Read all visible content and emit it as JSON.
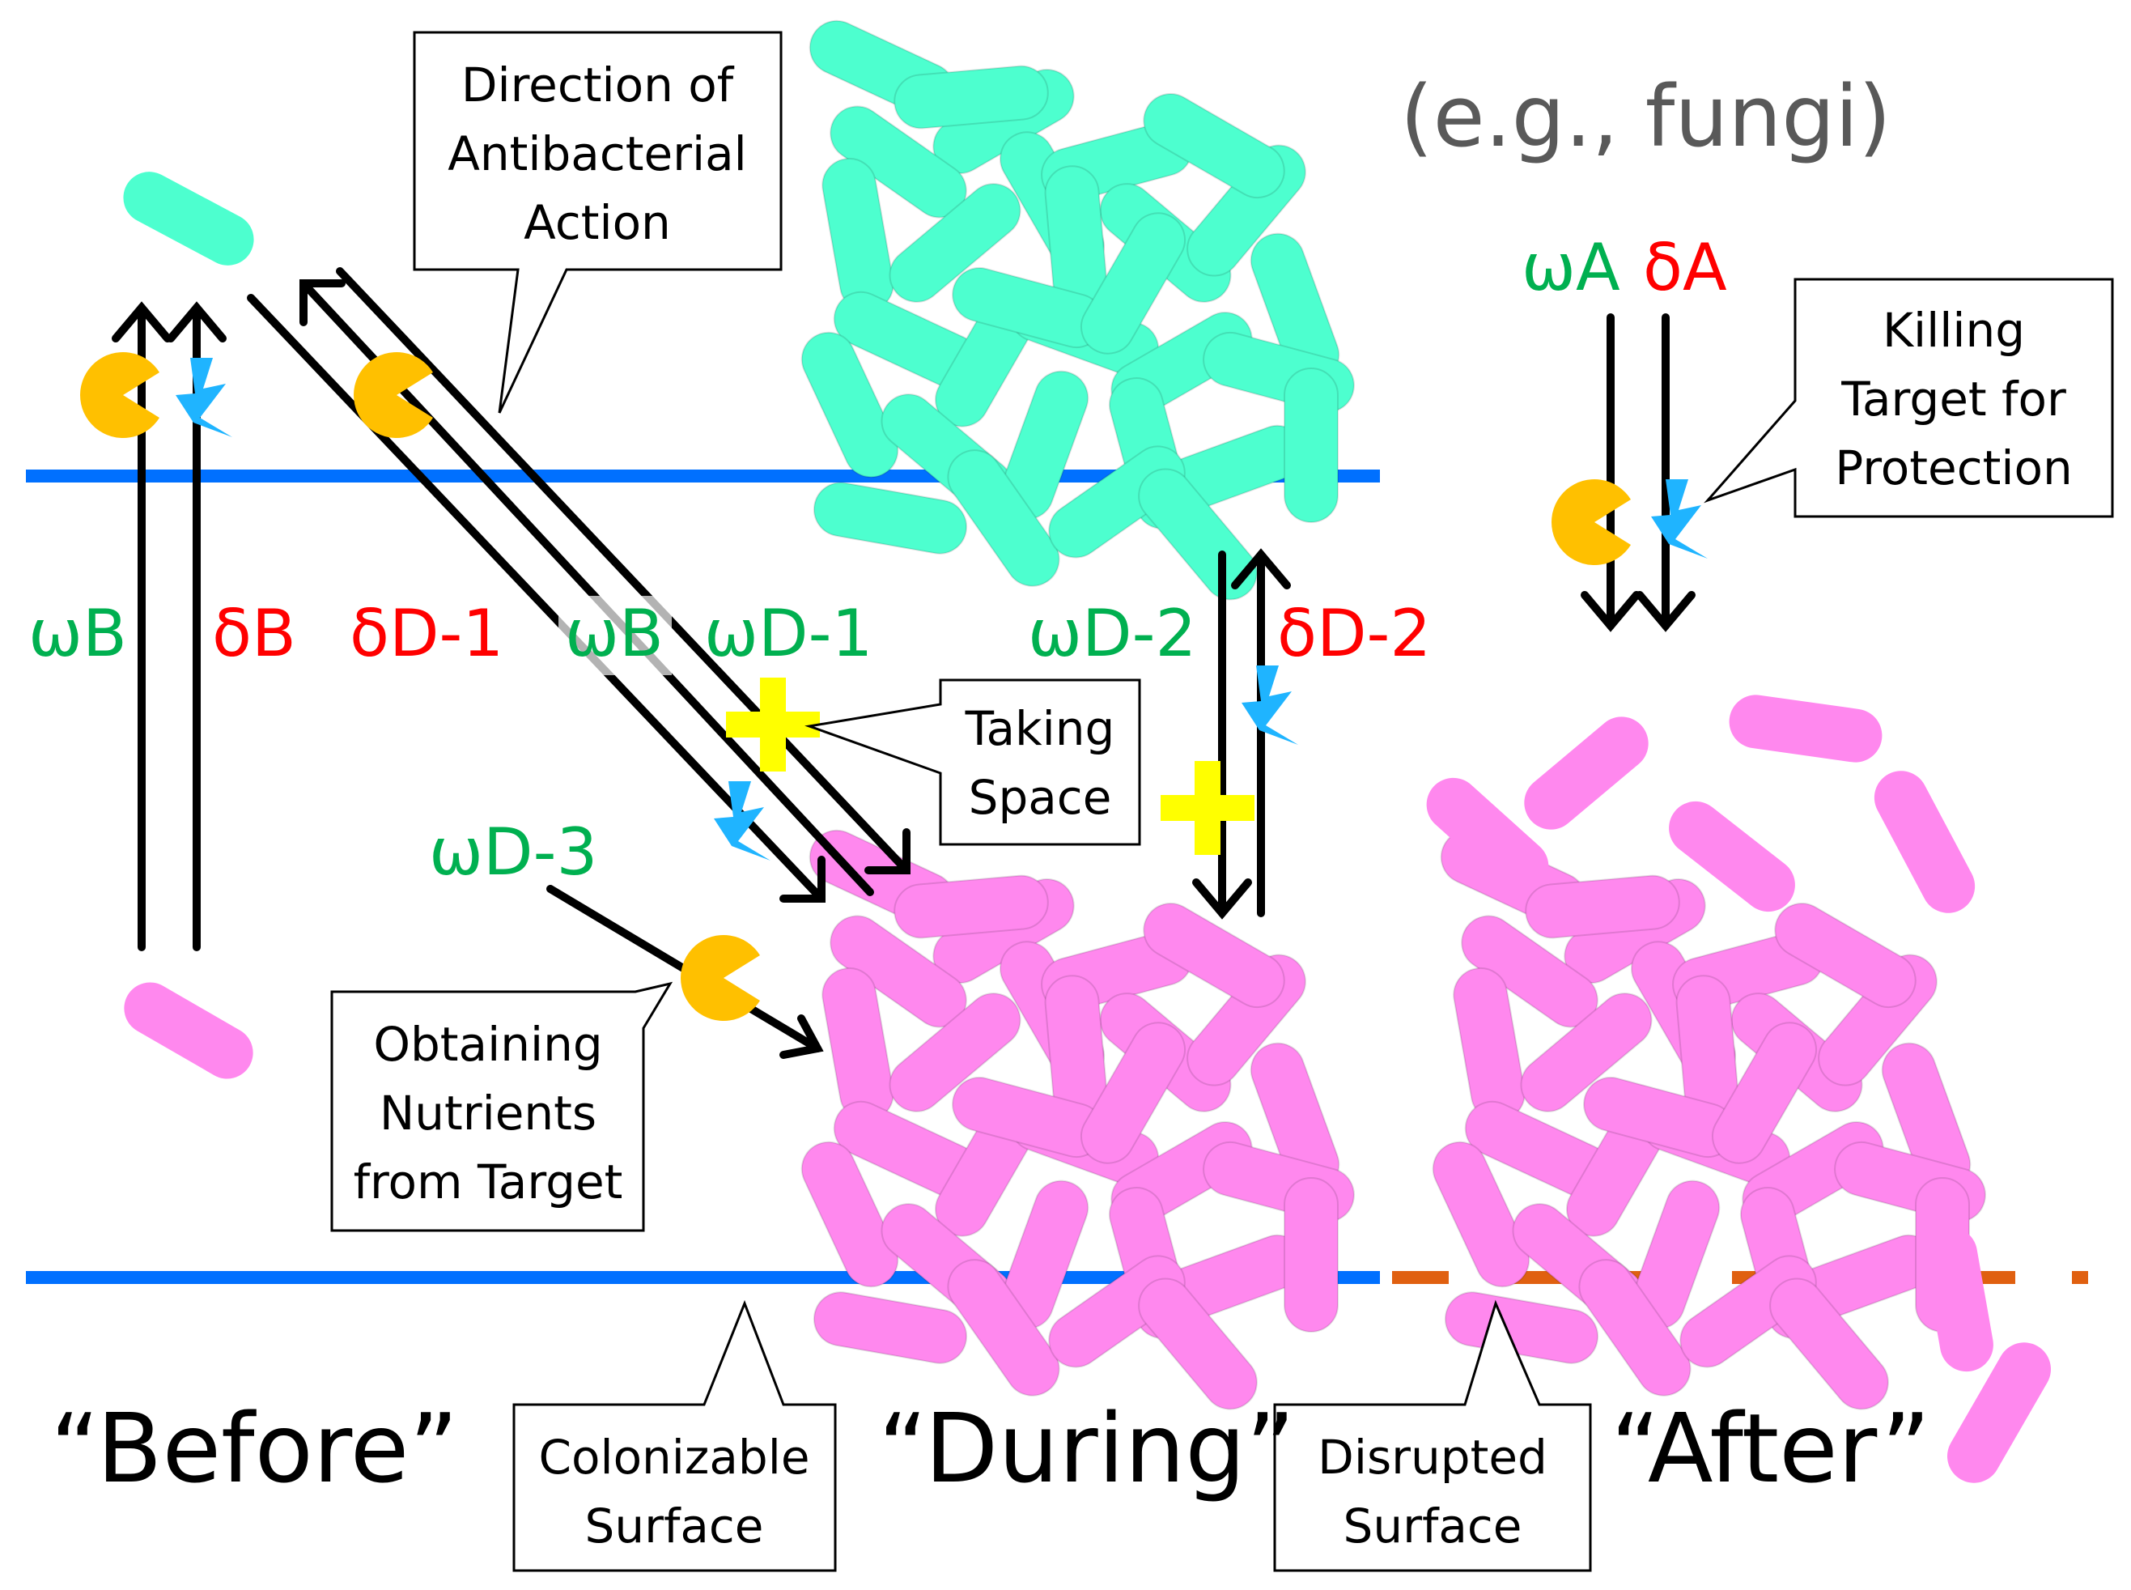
{
  "labels": {
    "wB_left": "ωB",
    "dB": "δB",
    "dD1": "δD-1",
    "wB_mid": "ωB",
    "wD1": "ωD-1",
    "wD2": "ωD-2",
    "dD2": "δD-2",
    "wD3": "ωD-3",
    "wA": "ωA",
    "dA": "δA"
  },
  "example": "(e.g., fungi)",
  "callouts": {
    "direction": [
      "Direction of",
      "Antibacterial",
      "Action"
    ],
    "killing": [
      "Killing",
      "Target for",
      "Protection"
    ],
    "taking": [
      "Taking",
      "Space"
    ],
    "nutrients": [
      "Obtaining",
      "Nutrients",
      "from Target"
    ],
    "colonizable": [
      "Colonizable",
      "Surface"
    ],
    "disrupted": [
      "Disrupted",
      "Surface"
    ]
  },
  "phases": {
    "before": "“Before”",
    "during": "“During”",
    "after": "“After”"
  },
  "colors": {
    "green_label": "#00b050",
    "red_label": "#ff0000",
    "teal_cell": "#4dffcf",
    "pink_cell": "#ff88ee",
    "surface": "#0070ff",
    "disrupted_surface": "#e06010",
    "pacman": "#ffc000",
    "bolt": "#1fb4ff",
    "plus": "#ffff00",
    "example_text": "#595959"
  }
}
